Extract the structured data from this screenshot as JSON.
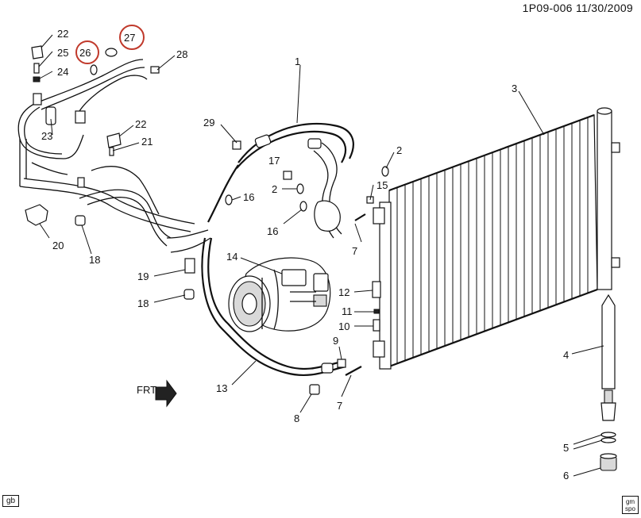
{
  "header": {
    "code": "1P09-006  11/30/2009"
  },
  "footer": {
    "language_tag": "gb",
    "logo_line1": "gm",
    "logo_line2": "spo"
  },
  "front_marker": {
    "text": "FRT"
  },
  "highlight_color": "#c0392b",
  "callouts": {
    "c22a": "22",
    "c27": "27",
    "c26": "26",
    "c25": "25",
    "c28": "28",
    "c24": "24",
    "c1": "1",
    "c3": "3",
    "c23": "23",
    "c22b": "22",
    "c21": "21",
    "c29": "29",
    "c2a": "2",
    "c17": "17",
    "c2b": "2",
    "c15": "15",
    "c16a": "16",
    "c16b": "16",
    "c20": "20",
    "c18a": "18",
    "c7a": "7",
    "c14": "14",
    "c19": "19",
    "c12": "12",
    "c18b": "18",
    "c11": "11",
    "c10": "10",
    "c9": "9",
    "c4": "4",
    "c13": "13",
    "c7b": "7",
    "c8": "8",
    "c5": "5",
    "c6": "6"
  }
}
